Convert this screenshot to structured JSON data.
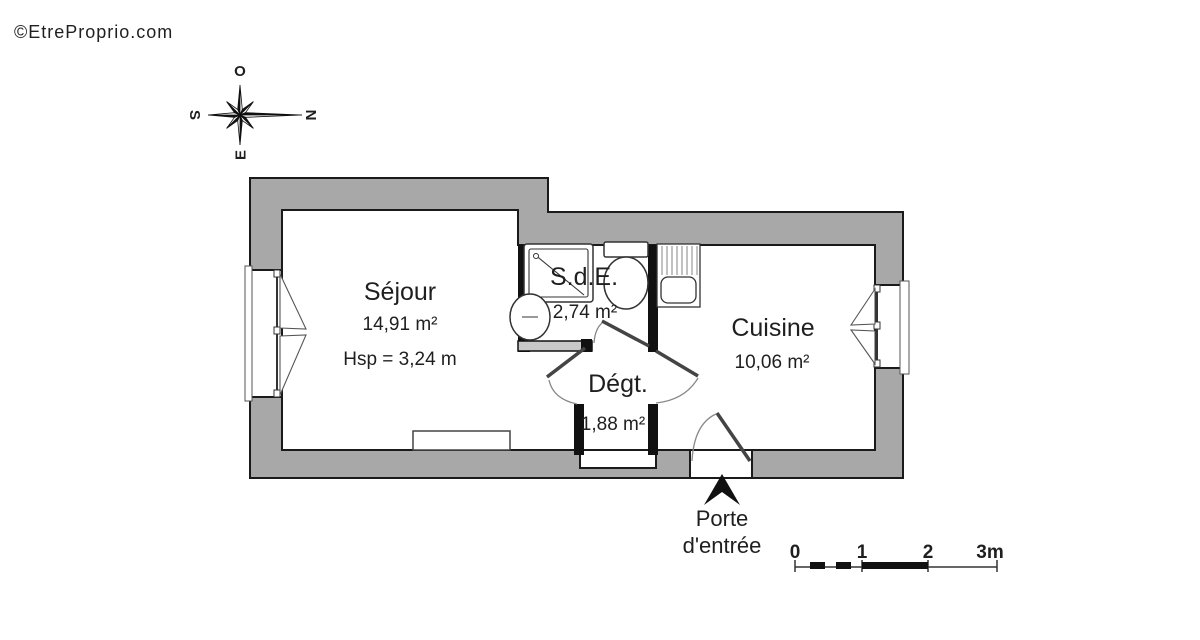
{
  "watermark": "©EtreProprio.com",
  "compass": {
    "top": "O",
    "right": "N",
    "bottom": "E",
    "left": "S"
  },
  "rooms": {
    "sejour": {
      "name": "Séjour",
      "area": "14,91 m²",
      "height": "Hsp = 3,24 m"
    },
    "sde": {
      "name": "S.d.E.",
      "area": "2,74 m²"
    },
    "cuisine": {
      "name": "Cuisine",
      "area": "10,06 m²"
    },
    "degt": {
      "name": "Dégt.",
      "area": "1,88 m²"
    }
  },
  "entrance": {
    "line1": "Porte",
    "line2": "d'entrée"
  },
  "scale": {
    "labels": [
      "0",
      "1",
      "2",
      "3m"
    ]
  },
  "colors": {
    "wall": "#a8a8a8",
    "outline": "#1a1a1a",
    "watermark": "#e2e2e2"
  }
}
